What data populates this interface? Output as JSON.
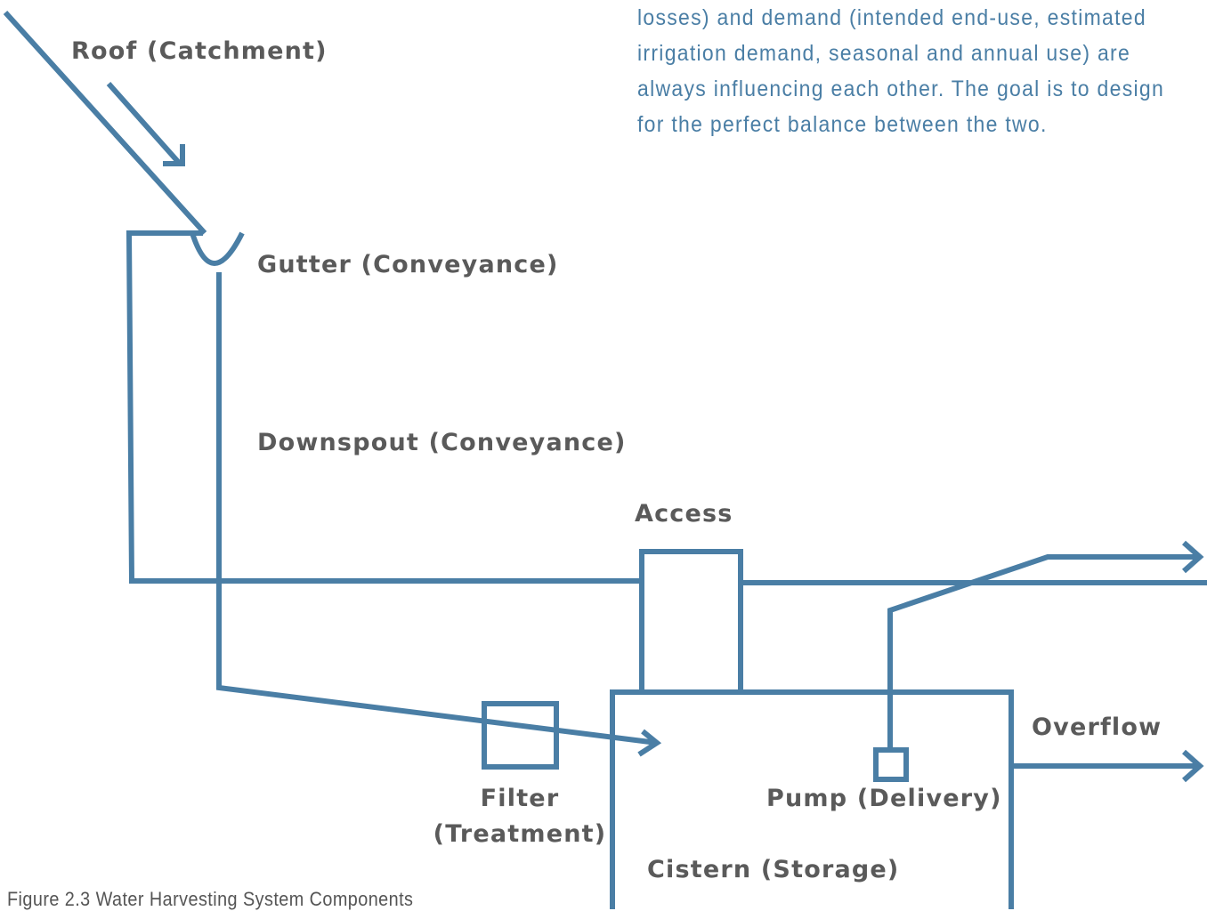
{
  "colors": {
    "pipe": "#4a7ea5",
    "label": "#5a5a5a",
    "intro_text": "#4a7ea5",
    "caption": "#555555",
    "background": "#ffffff"
  },
  "intro_text": [
    "losses) and demand (intended end-use, estimated",
    "irrigation demand, seasonal and annual use) are",
    "always influencing each other. The goal is to design",
    "for the perfect balance between the two."
  ],
  "labels": {
    "roof": "Roof (Catchment)",
    "gutter": "Gutter (Conveyance)",
    "downspout": "Downspout (Conveyance)",
    "access": "Access",
    "overflow": "Overflow",
    "filter": "Filter",
    "filter_sub": "(Treatment)",
    "pump": "Pump (Delivery)",
    "cistern": "Cistern (Storage)"
  },
  "caption": "Figure 2.3  Water Harvesting System Components"
}
